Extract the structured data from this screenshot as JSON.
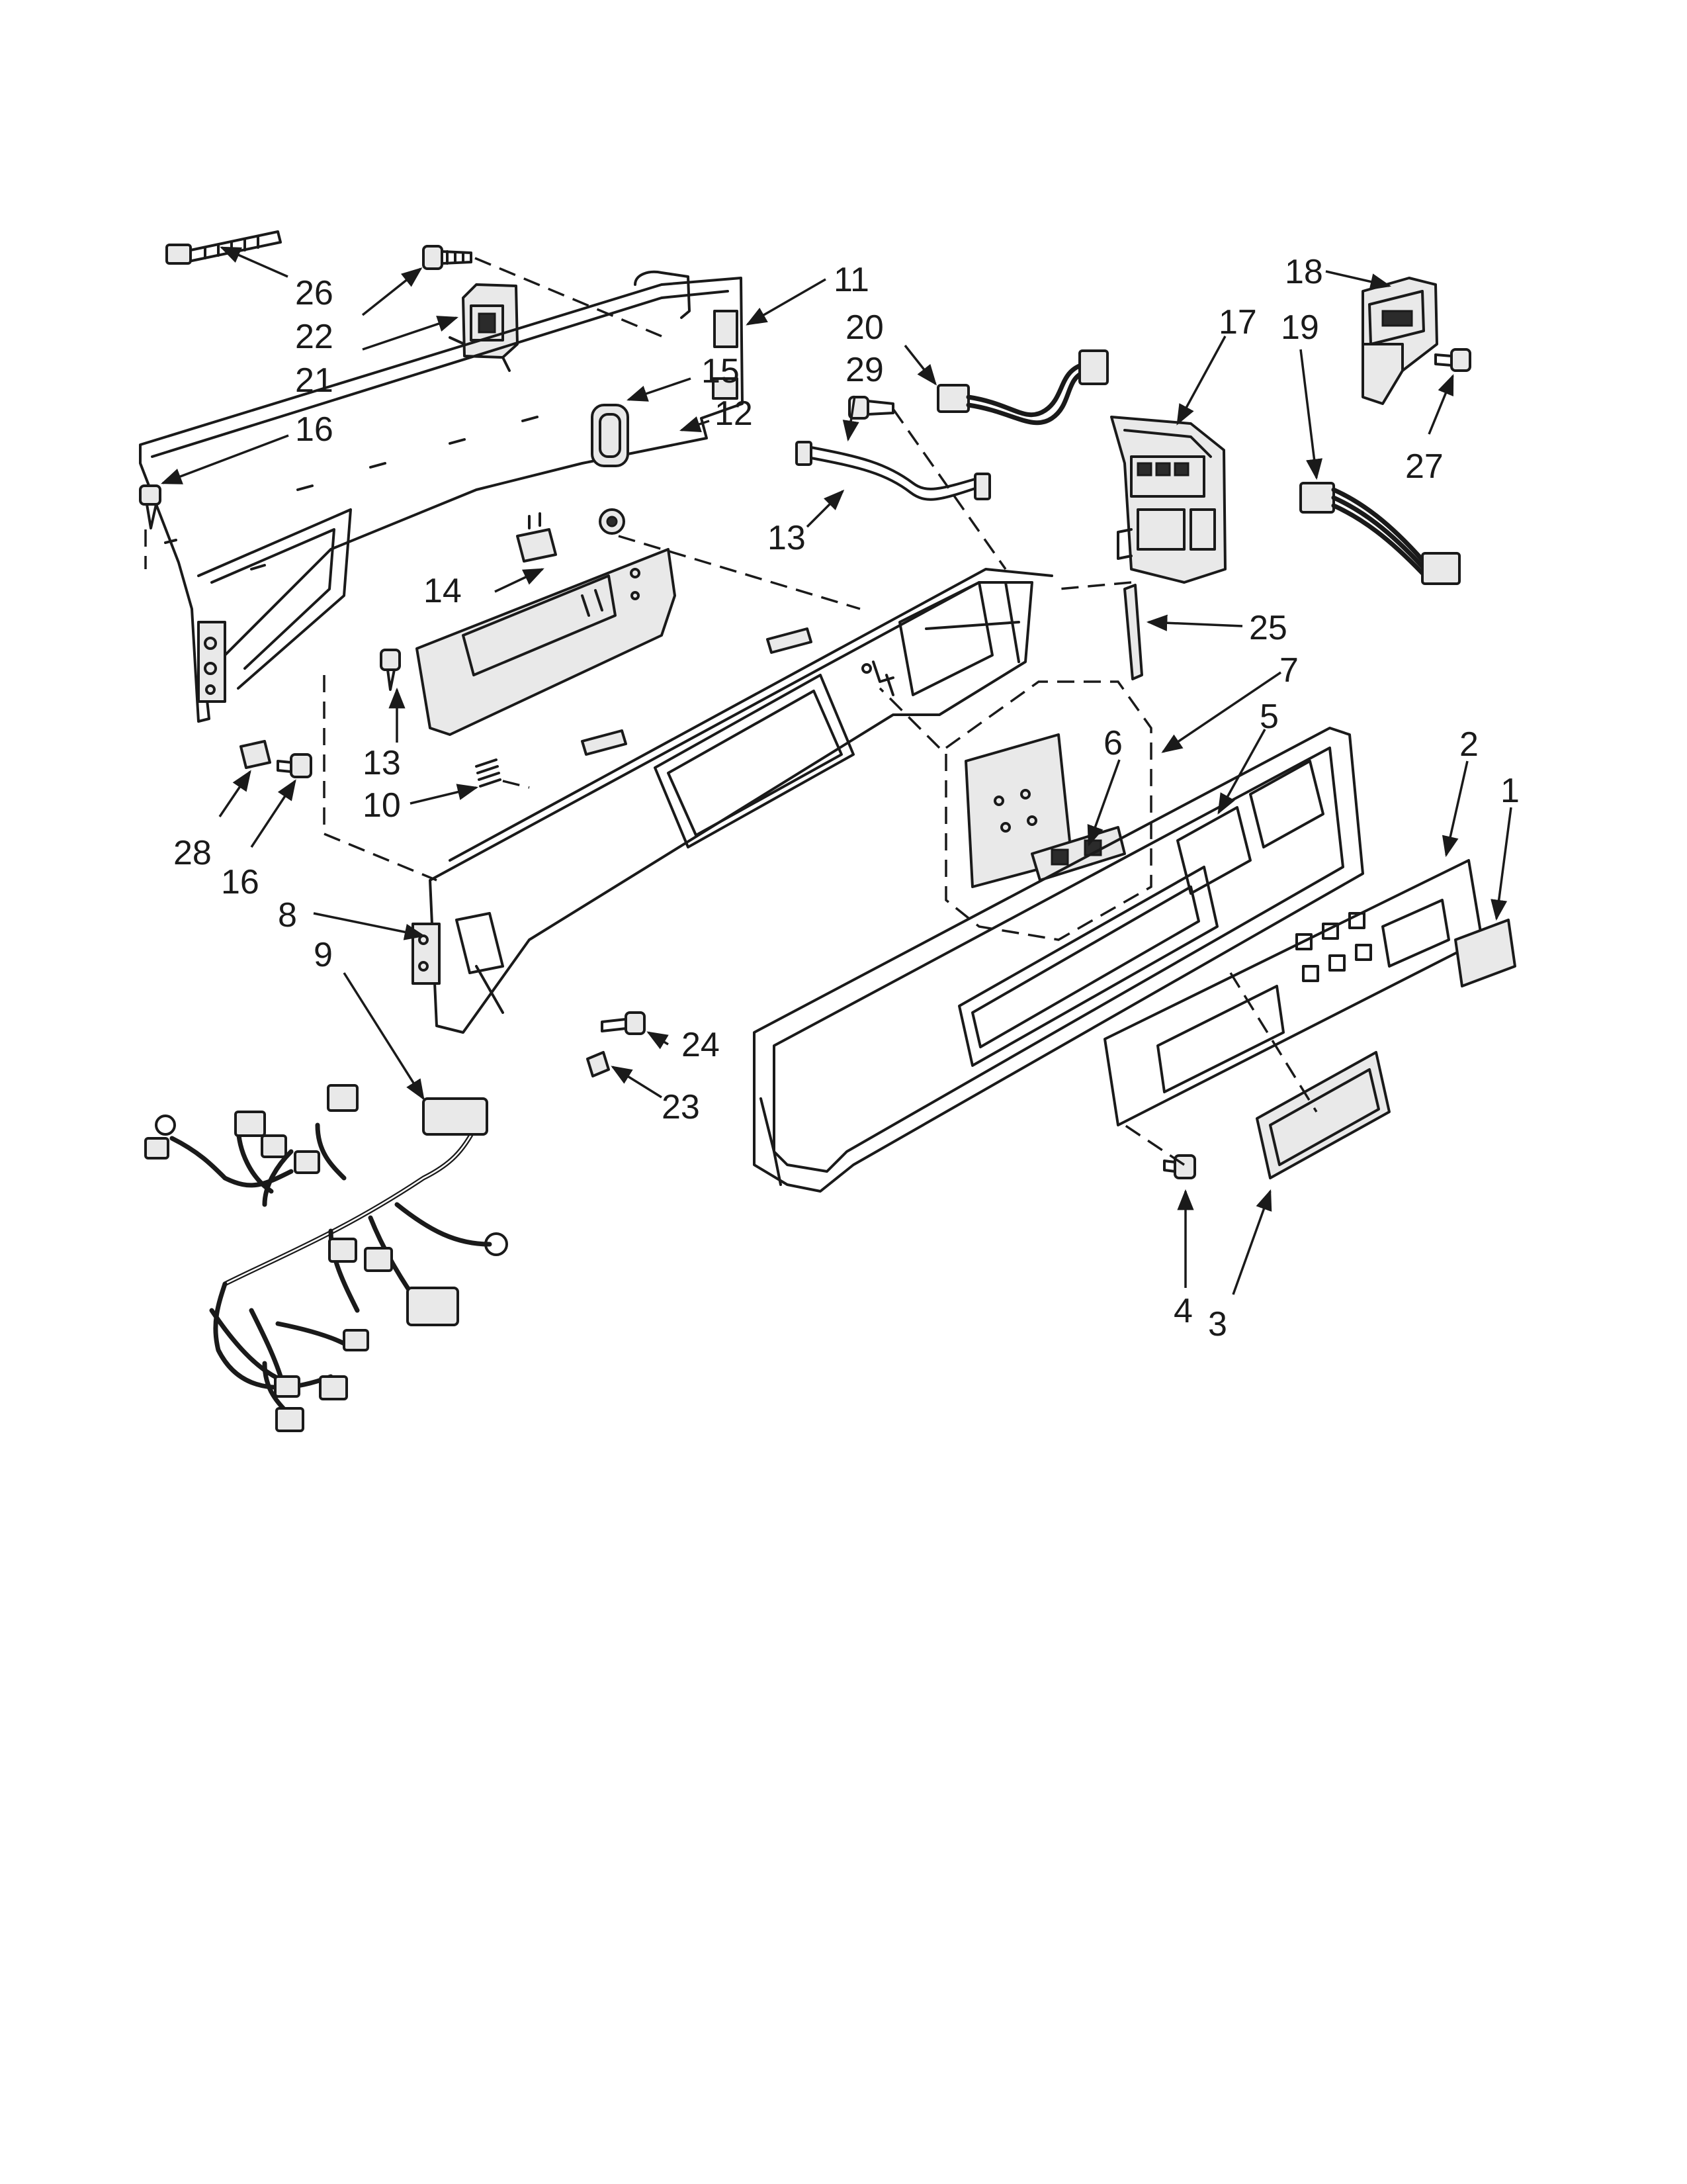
{
  "callouts": [
    {
      "id": "c26",
      "label": "26"
    },
    {
      "id": "c22",
      "label": "22"
    },
    {
      "id": "c21",
      "label": "21"
    },
    {
      "id": "c16a",
      "label": "16"
    },
    {
      "id": "c11",
      "label": "11"
    },
    {
      "id": "c20",
      "label": "20"
    },
    {
      "id": "c29",
      "label": "29"
    },
    {
      "id": "c18",
      "label": "18"
    },
    {
      "id": "c17",
      "label": "17"
    },
    {
      "id": "c19",
      "label": "19"
    },
    {
      "id": "c27",
      "label": "27"
    },
    {
      "id": "c15",
      "label": "15"
    },
    {
      "id": "c12",
      "label": "12"
    },
    {
      "id": "c13a",
      "label": "13"
    },
    {
      "id": "c14",
      "label": "14"
    },
    {
      "id": "c25",
      "label": "25"
    },
    {
      "id": "c7",
      "label": "7"
    },
    {
      "id": "c5",
      "label": "5"
    },
    {
      "id": "c6",
      "label": "6"
    },
    {
      "id": "c13b",
      "label": "13"
    },
    {
      "id": "c10",
      "label": "10"
    },
    {
      "id": "c28",
      "label": "28"
    },
    {
      "id": "c16b",
      "label": "16"
    },
    {
      "id": "c2",
      "label": "2"
    },
    {
      "id": "c1",
      "label": "1"
    },
    {
      "id": "c8",
      "label": "8"
    },
    {
      "id": "c9",
      "label": "9"
    },
    {
      "id": "c24",
      "label": "24"
    },
    {
      "id": "c23",
      "label": "23"
    },
    {
      "id": "c4",
      "label": "4"
    },
    {
      "id": "c3",
      "label": "3"
    }
  ]
}
